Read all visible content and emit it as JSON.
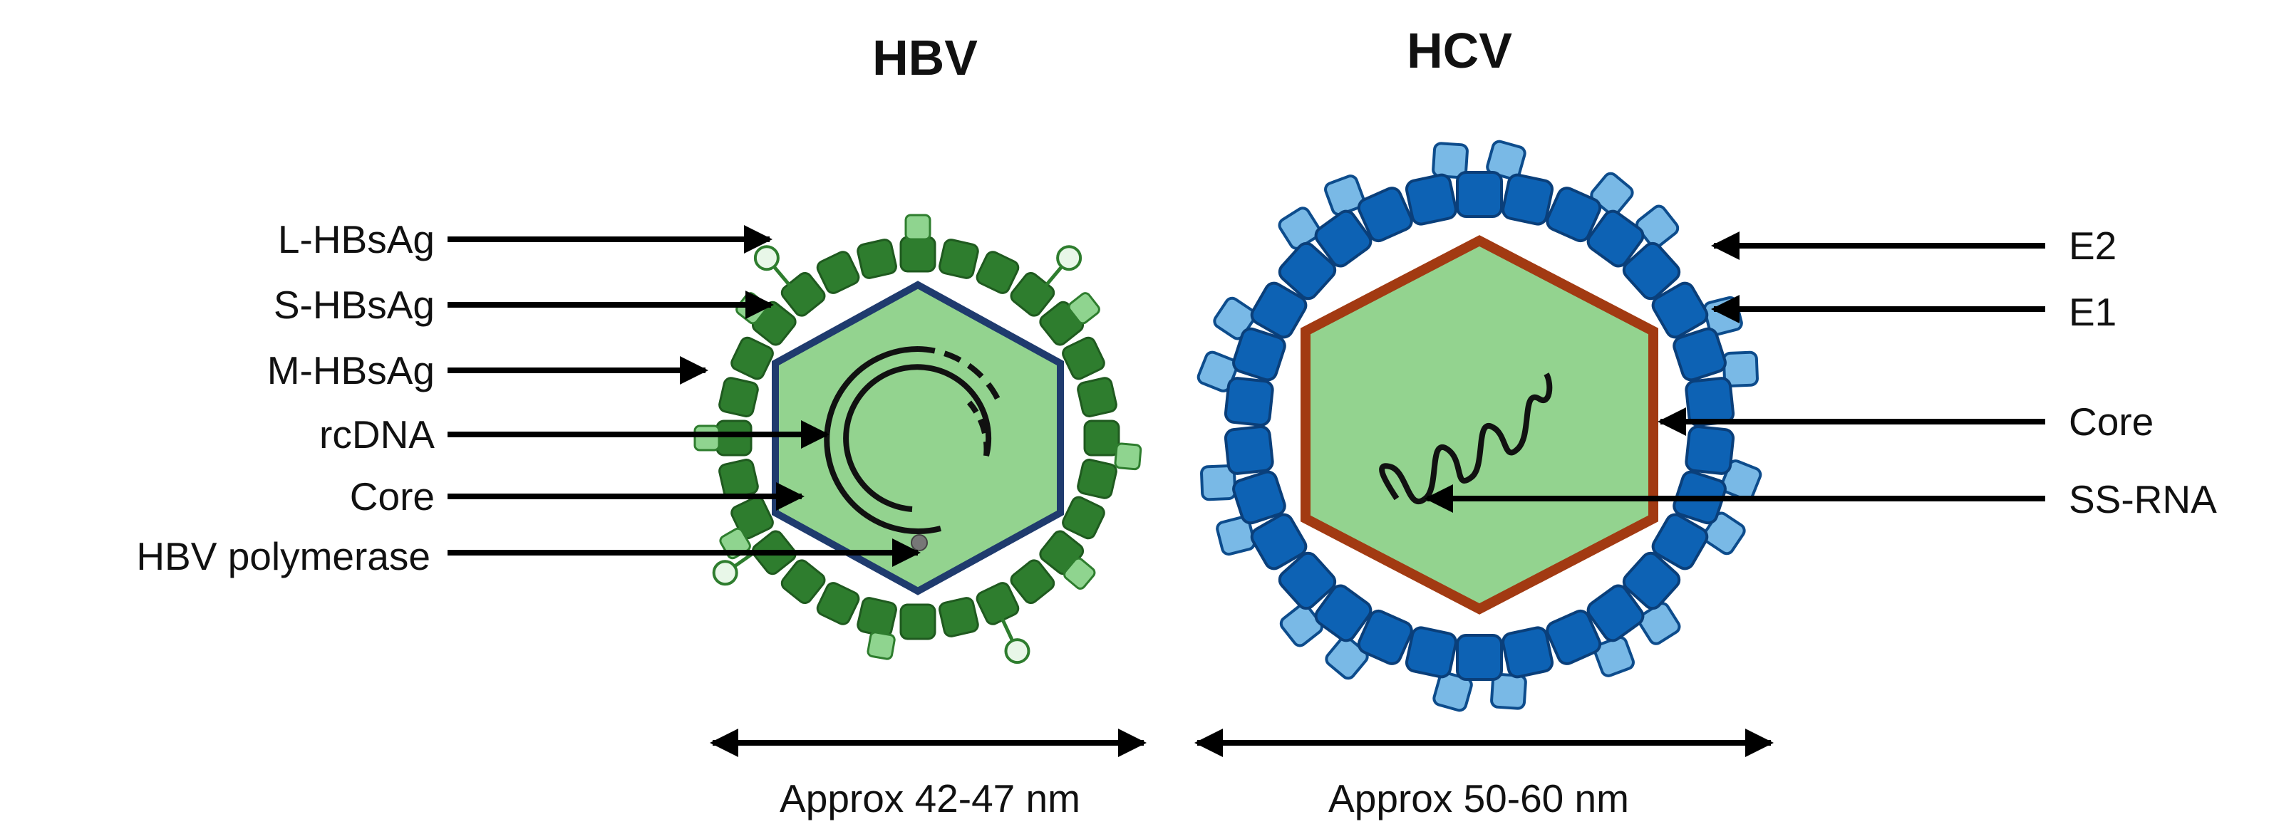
{
  "hbv": {
    "title": "HBV",
    "size_label": "Approx 42-47 nm",
    "labels": [
      "L-HBsAg",
      "S-HBsAg",
      "M-HBsAg",
      "rcDNA",
      "Core",
      "HBV polymerase"
    ]
  },
  "hcv": {
    "title": "HCV",
    "size_label": "Approx 50-60 nm",
    "labels": [
      "E2",
      "E1",
      "Core",
      "SS-RNA"
    ]
  },
  "colors": {
    "hbv_envelope": "#2e7d2e",
    "hbv_envelope_light": "#8fd48f",
    "hbv_capsid_outline": "#1f3b6e",
    "core_fill": "#93d38f",
    "hcv_e1": "#0d62b4",
    "hcv_e2": "#79b9e6",
    "hcv_capsid_outline": "#a23a12"
  }
}
